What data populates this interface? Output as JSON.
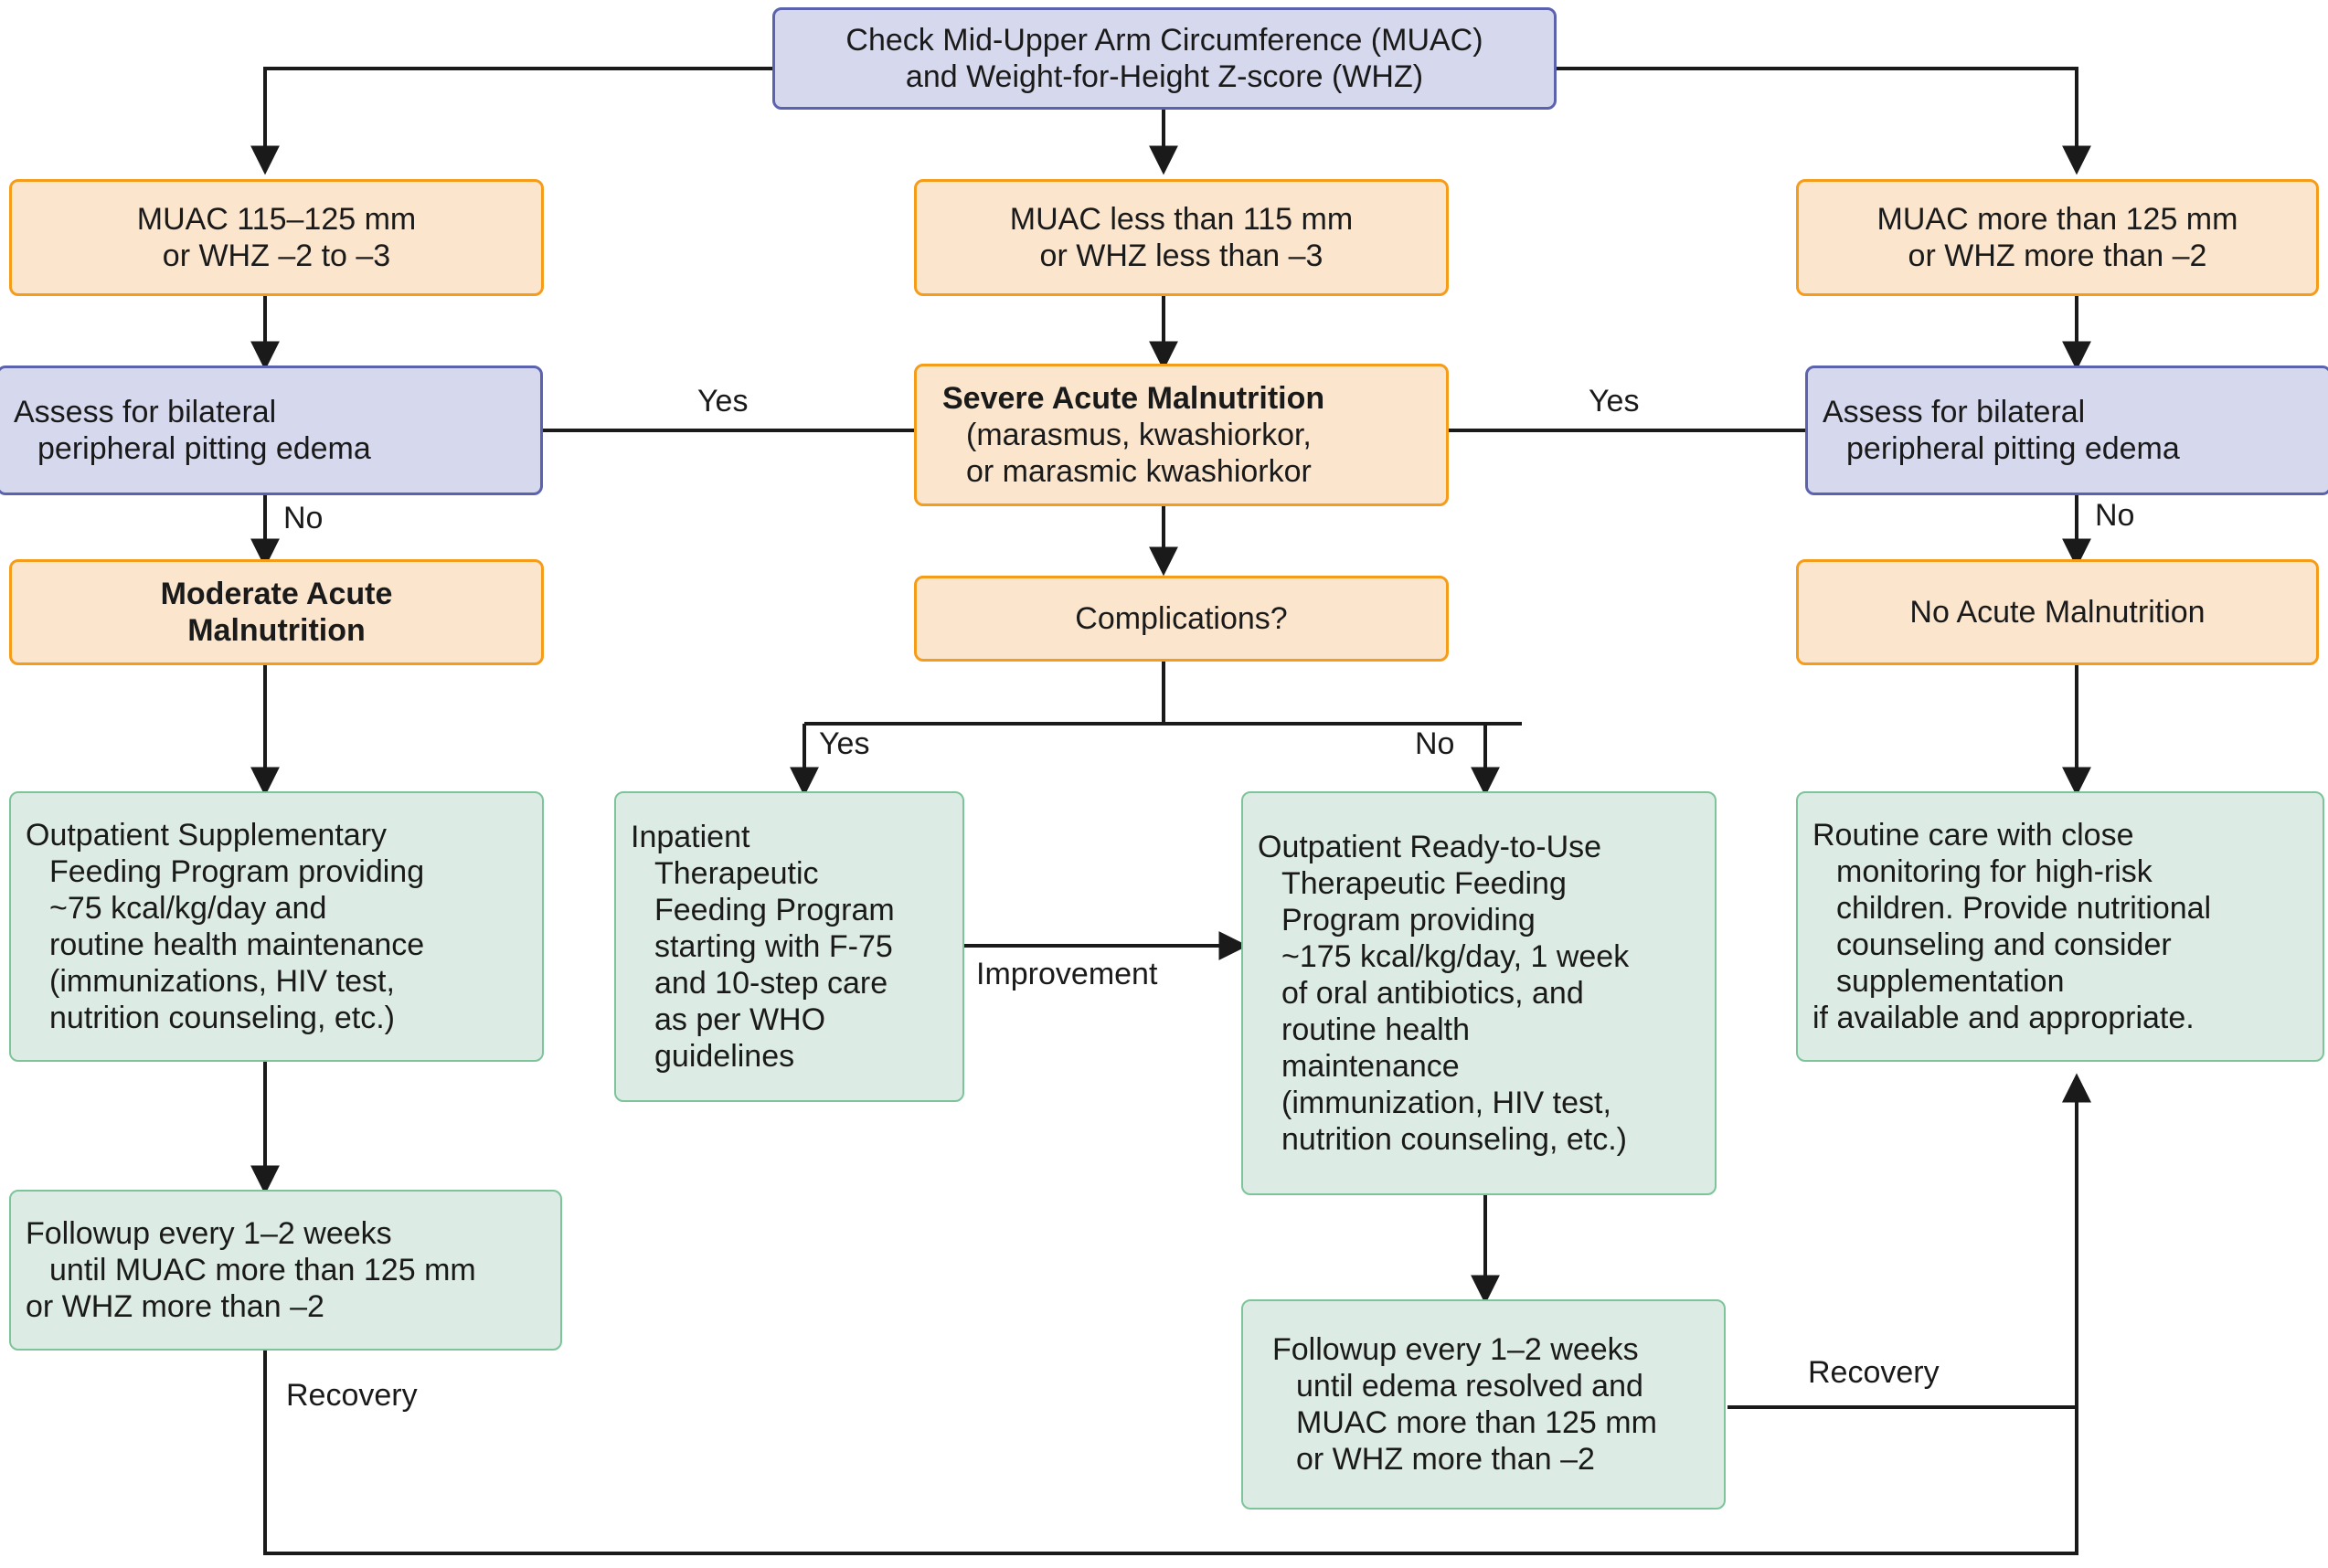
{
  "diagram": {
    "title": "Management of acute malnutrition algorithm",
    "colors": {
      "purple_fill": "#d6d9ee",
      "purple_border": "#5b63ae",
      "orange_fill": "#fbe5cd",
      "orange_border": "#f59c1a",
      "green_fill": "#dcebe3",
      "green_border": "#7dc49a",
      "line": "#1a1a1a",
      "background": "#ffffff"
    }
  },
  "nodes": {
    "root_check": {
      "lines": [
        "Check Mid-Upper Arm Circumference (MUAC)",
        "and Weight-for-Height Z-score (WHZ)"
      ]
    },
    "muac_moderate": {
      "lines": [
        "MUAC 115–125 mm",
        "or WHZ –2 to –3"
      ]
    },
    "muac_severe": {
      "lines": [
        "MUAC less than 115 mm",
        "or WHZ less than –3"
      ]
    },
    "muac_normal": {
      "lines": [
        "MUAC more than 125 mm",
        "or WHZ more than –2"
      ]
    },
    "assess_edema_left": {
      "lines": [
        "Assess for bilateral",
        "peripheral pitting edema"
      ]
    },
    "assess_edema_right": {
      "lines": [
        "Assess for bilateral",
        "peripheral pitting edema"
      ]
    },
    "severe_acute_malnutrition": {
      "lines": [
        "Severe Acute Malnutrition",
        "(marasmus, kwashiorkor,",
        "or marasmic kwashiorkor"
      ]
    },
    "moderate_acute_malnutrition": {
      "lines": [
        "Moderate Acute",
        "Malnutrition"
      ]
    },
    "complications": {
      "lines": [
        "Complications?"
      ]
    },
    "no_acute_malnutrition": {
      "lines": [
        "No Acute Malnutrition"
      ]
    },
    "outpatient_supplementary": {
      "lines": [
        "Outpatient Supplementary",
        "Feeding Program providing",
        "~75 kcal/kg/day and",
        "routine health maintenance",
        "(immunizations, HIV test,",
        "nutrition counseling, etc.)"
      ]
    },
    "inpatient_therapeutic": {
      "lines": [
        "Inpatient",
        "Therapeutic",
        "Feeding Program",
        "starting with F-75",
        "and 10-step care",
        "as per WHO",
        "guidelines"
      ]
    },
    "outpatient_rutf": {
      "lines": [
        "Outpatient Ready-to-Use",
        "Therapeutic Feeding",
        "Program providing",
        "~175 kcal/kg/day, 1 week",
        "of oral antibiotics, and",
        "routine health",
        "maintenance",
        "(immunization, HIV test,",
        "nutrition counseling, etc.)"
      ]
    },
    "routine_care": {
      "lines": [
        "Routine care with close",
        "monitoring for high-risk",
        "children. Provide nutritional",
        "counseling and consider",
        "supplementation",
        "if available and appropriate."
      ]
    },
    "followup_left": {
      "lines": [
        "Followup every 1–2 weeks",
        "until MUAC more than 125 mm",
        "or WHZ more than –2"
      ]
    },
    "followup_center": {
      "lines": [
        "Followup every 1–2 weeks",
        "until edema resolved and",
        "MUAC more than 125 mm",
        "or WHZ more than –2"
      ]
    }
  },
  "edge_labels": {
    "yes_left": "Yes",
    "yes_right": "Yes",
    "no_left": "No",
    "no_right": "No",
    "complications_yes": "Yes",
    "complications_no": "No",
    "improvement": "Improvement",
    "recovery_left": "Recovery",
    "recovery_right": "Recovery"
  }
}
